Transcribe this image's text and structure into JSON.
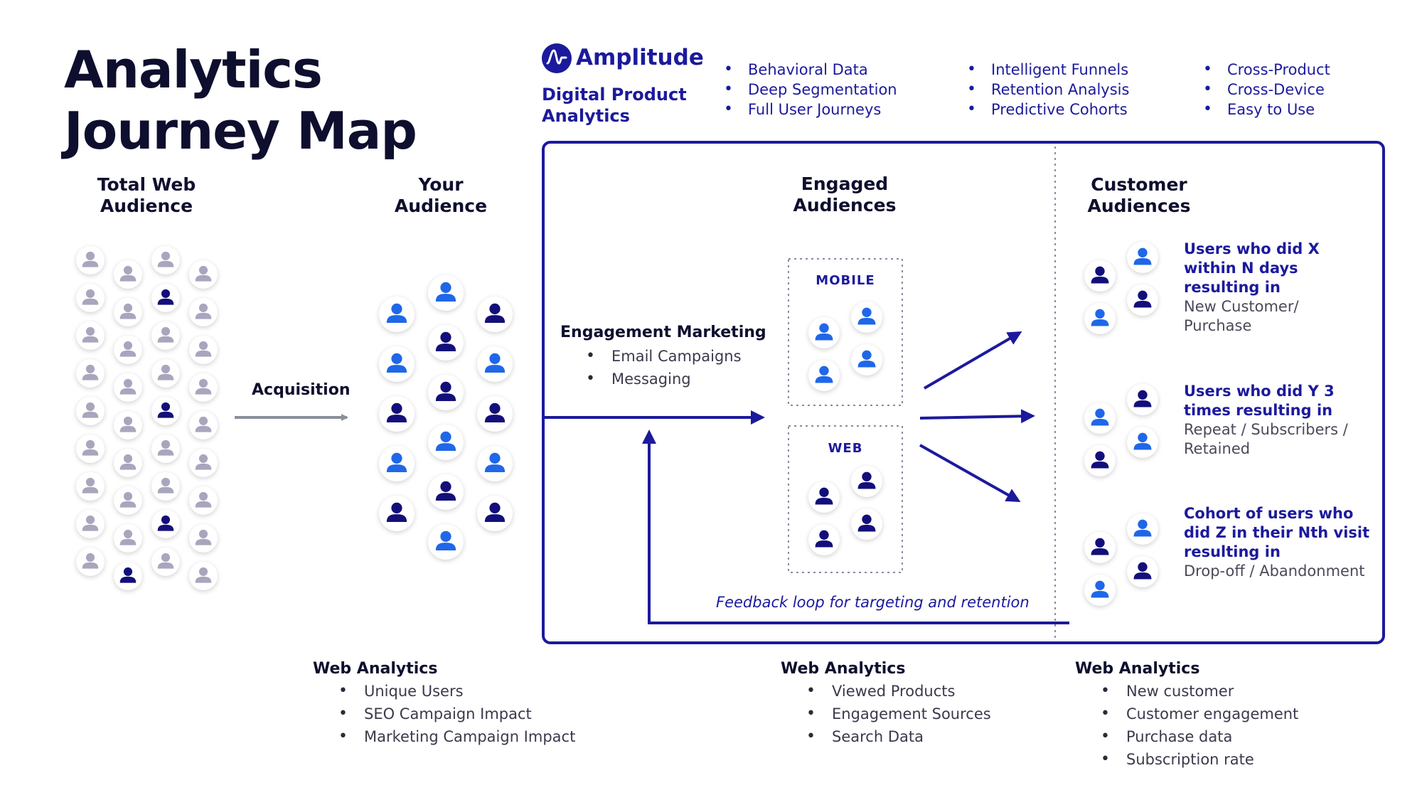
{
  "title": {
    "line1": "Analytics",
    "line2": "Journey Map"
  },
  "brand": {
    "name": "Amplitude",
    "subtitle_line1": "Digital Product",
    "subtitle_line2": "Analytics",
    "features": [
      [
        "Behavioral Data",
        "Deep Segmentation",
        "Full User Journeys"
      ],
      [
        "Intelligent Funnels",
        "Retention Analysis",
        "Predictive Cohorts"
      ],
      [
        "Cross-Product",
        "Cross-Device",
        "Easy to Use"
      ]
    ]
  },
  "columns": {
    "total_web": {
      "line1": "Total Web",
      "line2": "Audience"
    },
    "your_audience": {
      "line1": "Your",
      "line2": "Audience"
    },
    "engaged": {
      "line1": "Engaged",
      "line2": "Audiences"
    },
    "customer": {
      "line1": "Customer",
      "line2": "Audiences"
    }
  },
  "acquisition_label": "Acquisition",
  "engagement_marketing": {
    "heading": "Engagement Marketing",
    "items": [
      "Email Campaigns",
      "Messaging"
    ]
  },
  "segments": {
    "mobile": "MOBILE",
    "web": "WEB"
  },
  "feedback_label": "Feedback loop for targeting and retention",
  "customer_cohorts": [
    {
      "highlight": [
        "Users who did X",
        "within N days",
        "resulting in"
      ],
      "outcome": [
        "New Customer/",
        "Purchase"
      ]
    },
    {
      "highlight": [
        "Users who did Y 3",
        "times resulting in"
      ],
      "outcome": [
        "Repeat / Subscribers /",
        "Retained"
      ]
    },
    {
      "highlight": [
        "Cohort of users who",
        "did Z in their Nth visit",
        "resulting in"
      ],
      "outcome": [
        "Drop-off / Abandonment"
      ]
    }
  ],
  "web_analytics": [
    {
      "heading": "Web Analytics",
      "items": [
        "Unique Users",
        "SEO Campaign Impact",
        "Marketing Campaign Impact"
      ]
    },
    {
      "heading": "Web Analytics",
      "items": [
        "Viewed Products",
        "Engagement Sources",
        "Search Data"
      ]
    },
    {
      "heading": "Web Analytics",
      "items": [
        "New customer",
        "Customer engagement",
        "Purchase data",
        "Subscription rate"
      ]
    }
  ],
  "colors": {
    "navy": "#1c1a9c",
    "bright_blue": "#1f67e8",
    "dark_navy": "#130f7a",
    "gray_user": "#a8a6bd",
    "arrow_gray": "#8a9099",
    "text_dark": "#0e0e2e"
  },
  "icons": {
    "user": "person-icon",
    "logo": "amplitude-logo-icon"
  },
  "audience_tones": {
    "total_web": [
      [
        "gray",
        "gray",
        "gray",
        "gray",
        "gray",
        "gray",
        "gray",
        "gray",
        "gray"
      ],
      [
        "gray",
        "gray",
        "gray",
        "gray",
        "gray",
        "gray",
        "gray",
        "gray",
        "navy"
      ],
      [
        "gray",
        "navy",
        "gray",
        "gray",
        "navy",
        "gray",
        "gray",
        "navy",
        "gray"
      ],
      [
        "gray",
        "gray",
        "gray",
        "gray",
        "gray",
        "gray",
        "gray",
        "gray",
        "gray"
      ]
    ],
    "your_audience": [
      [
        "bright",
        "bright",
        "navy",
        "bright",
        "navy"
      ],
      [
        "bright",
        "navy",
        "navy",
        "bright",
        "navy",
        "bright"
      ],
      [
        "navy",
        "bright",
        "navy",
        "bright",
        "navy"
      ]
    ],
    "mobile": [
      "bright",
      "bright",
      "bright",
      "bright"
    ],
    "web": [
      "navy",
      "navy",
      "navy",
      "navy"
    ],
    "cohorts": [
      [
        "navy",
        "bright",
        "bright",
        "navy"
      ],
      [
        "bright",
        "navy",
        "navy",
        "bright"
      ],
      [
        "navy",
        "bright",
        "bright",
        "navy"
      ]
    ]
  }
}
